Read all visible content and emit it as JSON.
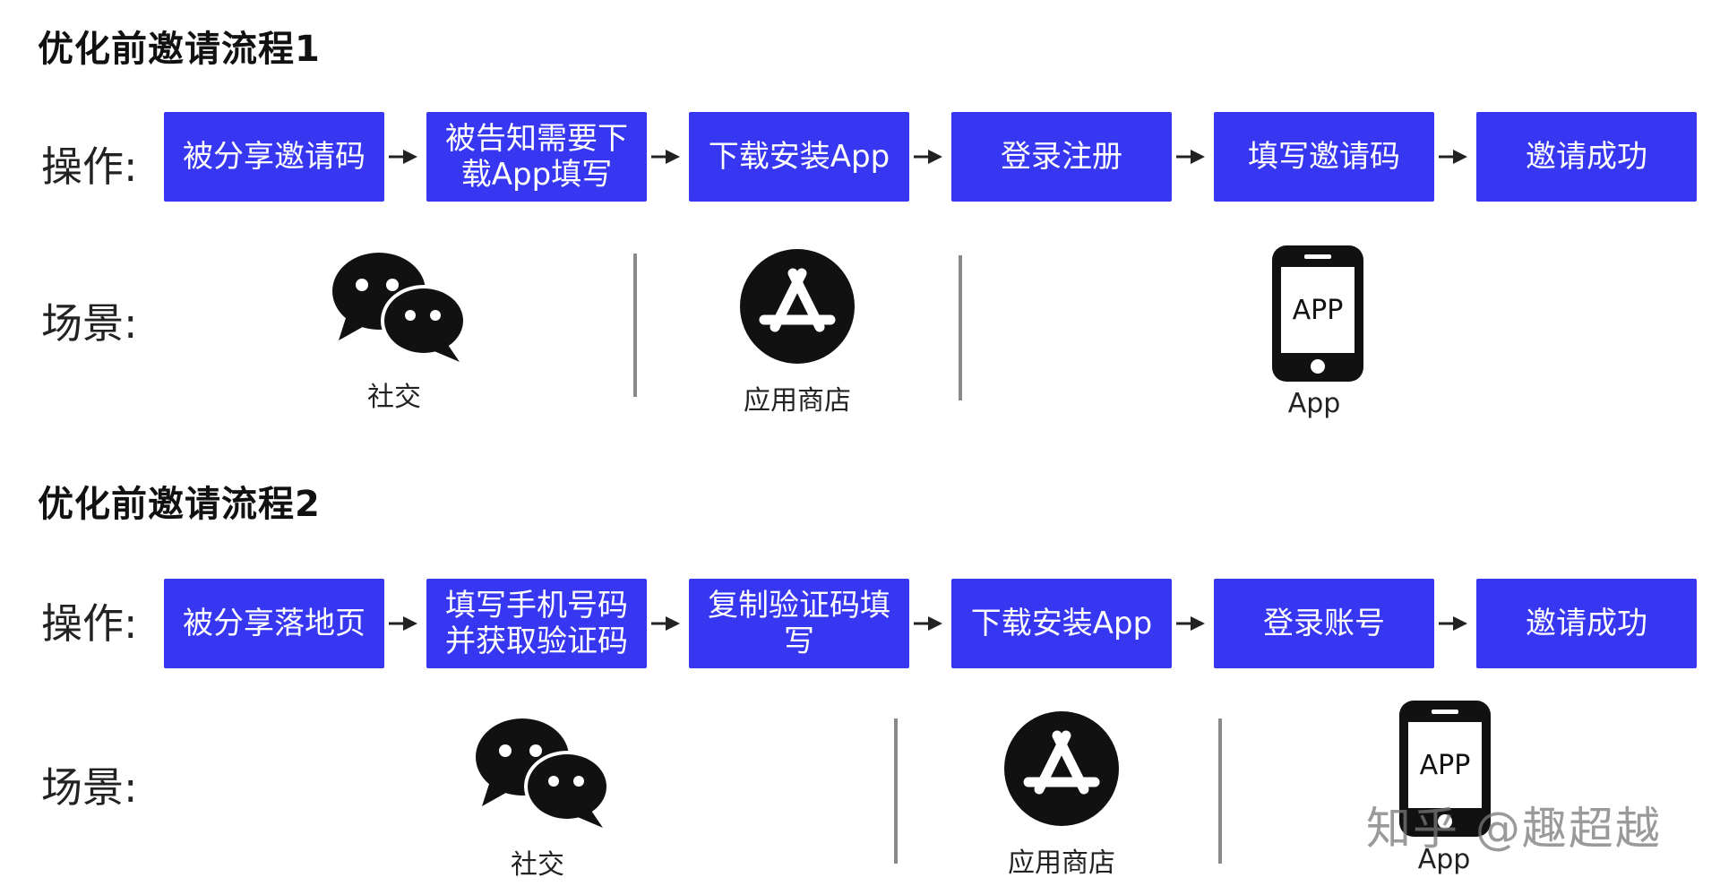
{
  "flow1": {
    "title": "优化前邀请流程1",
    "op_label": "操作:",
    "scene_label": "场景:",
    "steps": [
      "被分享邀请码",
      "被告知需要下载App填写",
      "下载安装App",
      "登录注册",
      "填写邀请码",
      "邀请成功"
    ],
    "scenes": [
      {
        "icon": "wechat-icon",
        "caption": "社交"
      },
      {
        "icon": "app-store-icon",
        "caption": "应用商店"
      },
      {
        "icon": "phone-app-icon",
        "caption": "App",
        "screen_text": "APP"
      }
    ]
  },
  "flow2": {
    "title": "优化前邀请流程2",
    "op_label": "操作:",
    "scene_label": "场景:",
    "steps": [
      "被分享落地页",
      "填写手机号码并获取验证码",
      "复制验证码填写",
      "下载安装App",
      "登录账号",
      "邀请成功"
    ],
    "scenes": [
      {
        "icon": "wechat-icon",
        "caption": "社交"
      },
      {
        "icon": "app-store-icon",
        "caption": "应用商店"
      },
      {
        "icon": "phone-app-icon",
        "caption": "App",
        "screen_text": "APP"
      }
    ]
  },
  "watermark": "知乎 @趣超越",
  "colors": {
    "step_box": "#3737f2",
    "divider": "#8a8a8a"
  }
}
